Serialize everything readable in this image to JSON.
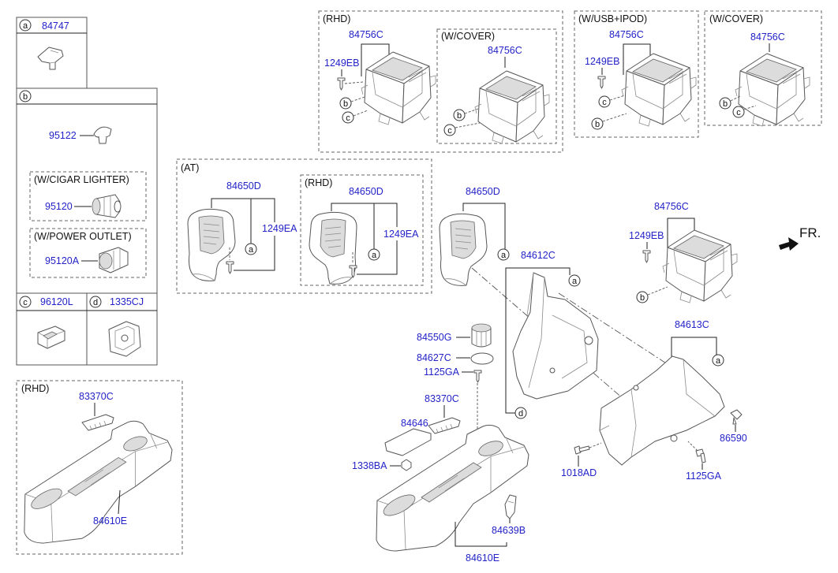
{
  "colors": {
    "part_number": "#2323c8",
    "label": "#111111",
    "outline": "#555555"
  },
  "callouts": {
    "a": "a",
    "b": "b",
    "c": "c",
    "d": "d"
  },
  "legend_panel": {
    "row_a": {
      "part": "84747"
    },
    "row_b": {
      "part": "95122",
      "cigar_lighter": {
        "label": "(W/CIGAR LIGHTER)",
        "part": "95120"
      },
      "power_outlet": {
        "label": "(W/POWER OUTLET)",
        "part": "95120A"
      }
    },
    "row_c": {
      "part": "96120L"
    },
    "row_d": {
      "part": "1335CJ"
    }
  },
  "rhd_console_box": {
    "label": "(RHD)",
    "armrest_cap": "83370C",
    "console": "84610E"
  },
  "rhd_holder_box": {
    "label": "(RHD)",
    "holder": "84756C",
    "screw": "1249EB",
    "w_cover": {
      "label": "(W/COVER)",
      "holder": "84756C"
    }
  },
  "usb_ipod_box": {
    "label": "(W/USB+IPOD)",
    "holder": "84756C",
    "screw": "1249EB"
  },
  "w_cover_box": {
    "label": "(W/COVER)",
    "holder": "84756C"
  },
  "at_box": {
    "label": "(AT)",
    "knob_cover": "84650D",
    "screw": "1249EA",
    "rhd": {
      "label": "(RHD)",
      "knob_cover": "84650D",
      "screw": "1249EA"
    }
  },
  "main_assembly": {
    "knob_cover": "84650D",
    "holder": "84756C",
    "holder_screw": "1249EB",
    "front_label": "FR.",
    "left_panel": "84612C",
    "right_panel": "84613C",
    "cap": "84550G",
    "ring": "84627C",
    "cap_screw": "1125GA",
    "armrest_cap": "83370C",
    "pad": "84646",
    "nut": "1338BA",
    "bracket": "84639B",
    "console": "84610E",
    "bolt_left": "1018AD",
    "bolt_right": "1125GA",
    "clip": "86590"
  }
}
